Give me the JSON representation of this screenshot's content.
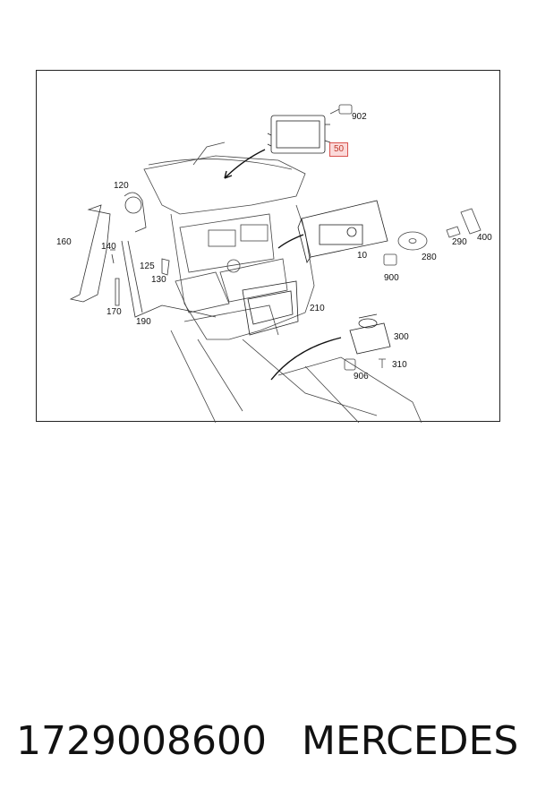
{
  "callouts": {
    "c902": "902",
    "c50": "50",
    "c120": "120",
    "c160": "160",
    "c140": "140",
    "c125": "125",
    "c130": "130",
    "c170": "170",
    "c190": "190",
    "c210": "210",
    "c10": "10",
    "c900": "900",
    "c280": "280",
    "c290": "290",
    "c400": "400",
    "c300": "300",
    "c906": "906",
    "c310": "310"
  },
  "footer": {
    "part_number": "1729008600",
    "brand": "MERCEDES"
  },
  "colors": {
    "highlight_border": "#d9534f",
    "highlight_fill": "#fbdada"
  }
}
